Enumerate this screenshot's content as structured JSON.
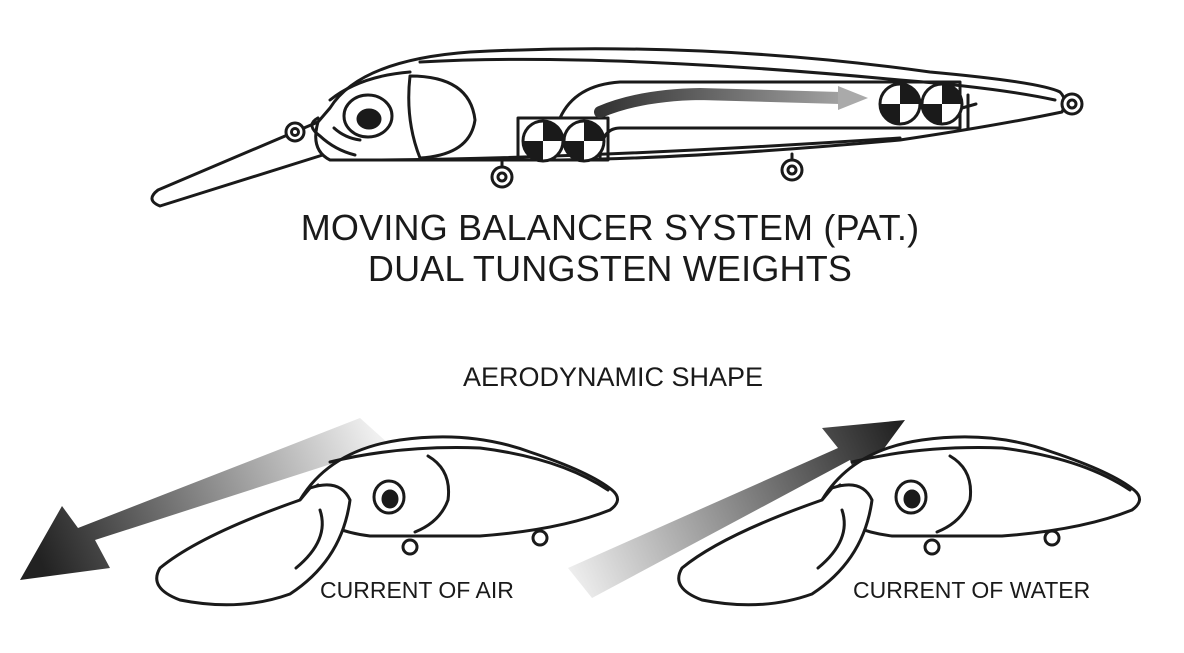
{
  "top_caption": {
    "line1": "MOVING BALANCER SYSTEM (PAT.)",
    "line2": "DUAL TUNGSTEN WEIGHTS"
  },
  "bottom_heading": "AERODYNAMIC SHAPE",
  "labels": {
    "air": "CURRENT OF AIR",
    "water": "CURRENT OF WATER"
  },
  "colors": {
    "ink": "#1a1a1a",
    "arrow_dark": "#2a2a2a",
    "arrow_light": "#e6e6e6"
  }
}
